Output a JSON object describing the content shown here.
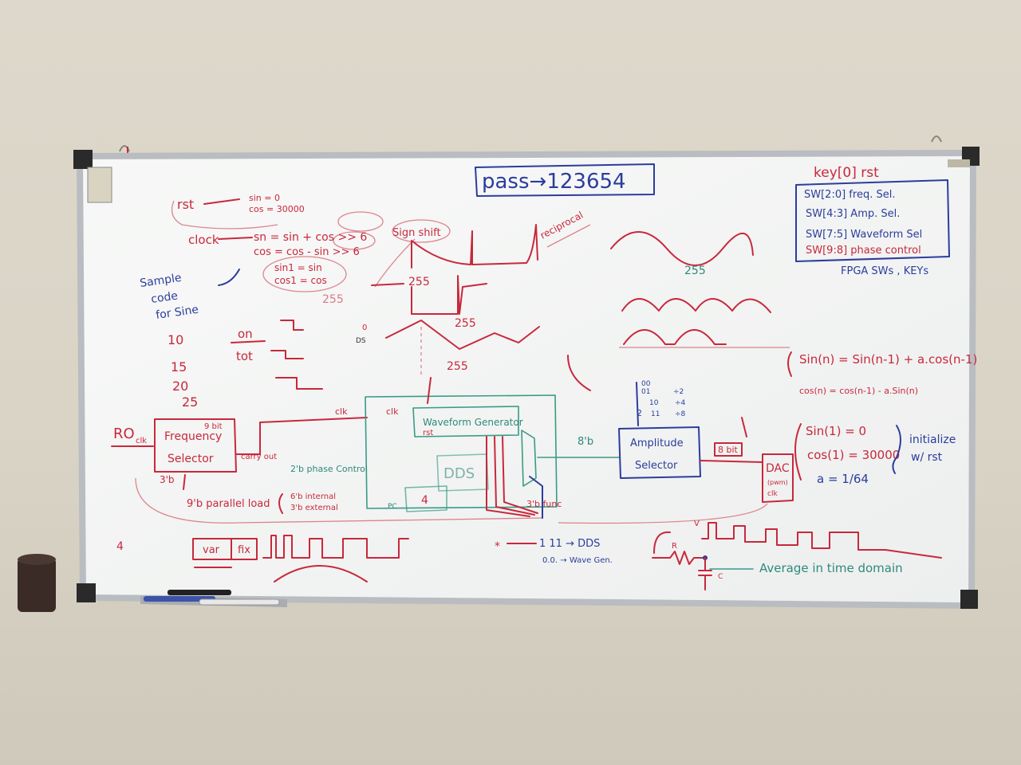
{
  "board": {
    "password": "pass→123654",
    "controls": {
      "header": "key[0] rst",
      "lines": [
        "SW[2:0] freq. Sel.",
        "SW[4:3] Amp. Sel.",
        "SW[7:5] Waveform Sel",
        "SW[9:8] phase control"
      ],
      "footer": "FPGA SWs , KEYs"
    },
    "top_left_notes": {
      "rst": "rst",
      "sin0": "sin = 0",
      "cos0": "cos = 30000",
      "clock": "clock",
      "sin_update": "sn = sin + cos >> 6",
      "cos_update": "cos = cos - sin >> 6",
      "sin1": "sin1 = sin",
      "cos1": "cos1 = cos",
      "sign_shift": "Sign shift",
      "reciprocal": "reciprocal",
      "sample_code": [
        "Sample",
        "code",
        "for Sine"
      ]
    },
    "duty_table": {
      "values": [
        "10",
        "15",
        "20",
        "25"
      ],
      "on_label": "on",
      "tot_label": "tot"
    },
    "wave_labels": {
      "w255a": "255",
      "w255b": "255",
      "w255c": "255",
      "w255d": "255",
      "w255e": "255",
      "zero": "0",
      "ds": "DS"
    },
    "blocks": {
      "ro": "RO",
      "clk_in": "clk",
      "freq_title": "Frequency",
      "freq_bits": "9 bit",
      "freq_sub": "Selector",
      "carry_out": "carry out",
      "clk_mid": "clk",
      "clk_wg": "clk",
      "waveform_gen": "Waveform Generator",
      "rst_wg": "rst",
      "dds": "DDS",
      "phase_control": "2'b phase Control",
      "bits_3b_left": "3'b",
      "parallel_load": "9'b parallel load",
      "internal": "6'b internal",
      "external": "3'b external",
      "func_3b": "3'b func",
      "sel_8b": "8'b",
      "amp_title": "Amplitude",
      "amp_sub": "Selector",
      "eight_bit": "8 bit",
      "dac": "DAC",
      "dac_sub": "(pwm)",
      "dac_clk": "clk",
      "pc": "PC",
      "four": "4"
    },
    "amp_table": {
      "rows": [
        [
          "00",
          ""
        ],
        [
          "01",
          "÷2"
        ],
        [
          "10",
          "÷4"
        ],
        [
          "11",
          "÷8"
        ]
      ],
      "shift": "2"
    },
    "equations": {
      "sin_n": "Sin(n) = Sin(n-1) + a.cos(n-1)",
      "cos_n": "cos(n) = cos(n-1) - a.Sin(n)",
      "sin1": "Sin(1) = 0",
      "cos1": "cos(1) = 30000",
      "a": "a = 1/64",
      "initialize": "initialize",
      "wrst": "w/ rst"
    },
    "bottom": {
      "var": "var",
      "fix": "fix",
      "arrow_dds": "1 11 → DDS",
      "arrow_wave": "0.0. → Wave Gen.",
      "average": "Average in time domain",
      "r": "R",
      "c": "C",
      "v": "V",
      "star": "*",
      "side_note": "4"
    }
  }
}
